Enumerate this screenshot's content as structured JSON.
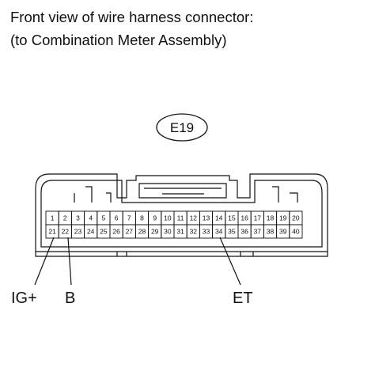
{
  "title": {
    "line1": "Front view of wire harness connector:",
    "line2": "(to Combination Meter Assembly)"
  },
  "connector": {
    "code": "E19",
    "row1": [
      "1",
      "2",
      "3",
      "4",
      "5",
      "6",
      "7",
      "8",
      "9",
      "10",
      "11",
      "12",
      "13",
      "14",
      "15",
      "16",
      "17",
      "18",
      "19",
      "20"
    ],
    "row2": [
      "21",
      "22",
      "23",
      "24",
      "25",
      "26",
      "27",
      "28",
      "29",
      "30",
      "31",
      "32",
      "33",
      "34",
      "35",
      "36",
      "37",
      "38",
      "39",
      "40"
    ]
  },
  "labels": {
    "ig": "IG+",
    "b": "B",
    "et": "ET"
  }
}
